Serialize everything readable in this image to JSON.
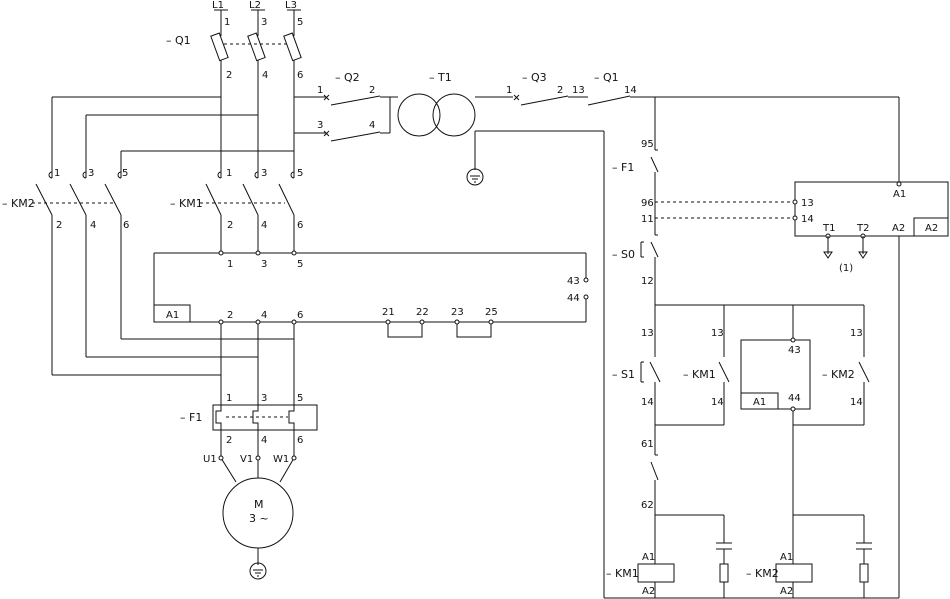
{
  "supply": {
    "l1": "L1",
    "l2": "L2",
    "l3": "L3",
    "t1": "1",
    "t3": "3",
    "t5": "5"
  },
  "q1": {
    "tag": "– Q1",
    "t2": "2",
    "t4": "4",
    "t6": "6"
  },
  "q2": {
    "tag": "– Q2",
    "a1": "1",
    "a2": "2",
    "a3": "3",
    "a4": "4"
  },
  "t1": {
    "tag": "– T1"
  },
  "q3": {
    "tag": "– Q3",
    "a1": "1",
    "a2": "2"
  },
  "q1aux": {
    "tag": "– Q1",
    "a13": "13",
    "a14": "14"
  },
  "km2": {
    "tag": "– KM2",
    "t1": "1",
    "t3": "3",
    "t5": "5",
    "t2": "2",
    "t4": "4",
    "t6": "6"
  },
  "km1": {
    "tag": "– KM1",
    "t1": "1",
    "t3": "3",
    "t5": "5",
    "t2": "2",
    "t4": "4",
    "t6": "6"
  },
  "block": {
    "t1": "1",
    "t3": "3",
    "t5": "5",
    "t43": "43",
    "t44": "44",
    "a1": "A1",
    "t2": "2",
    "t4": "4",
    "t6": "6",
    "t21": "21",
    "t22": "22",
    "t23": "23",
    "t25": "25"
  },
  "f1": {
    "tag": "– F1",
    "t1": "1",
    "t3": "3",
    "t5": "5",
    "t2": "2",
    "t4": "4",
    "t6": "6"
  },
  "motor": {
    "u1": "U1",
    "v1": "V1",
    "w1": "W1",
    "m": "M",
    "phase": "3 ~"
  },
  "relay": {
    "a1": "A1",
    "t13": "13",
    "t14": "14",
    "tt1": "T1",
    "tt2": "T2",
    "a2": "A2",
    "a2box": "A2",
    "note": "(1)"
  },
  "ctrl": {
    "f1_tag": "– F1",
    "t95": "95",
    "t96": "96",
    "t11": "11",
    "s0_tag": "– S0",
    "t12": "12",
    "s1_tag": "– S1",
    "s1_13": "13",
    "s1_14": "14",
    "km1aux_tag": "– KM1",
    "km1aux_13": "13",
    "km1aux_14": "14",
    "blk_43": "43",
    "blk_a1": "A1",
    "blk_44": "44",
    "km2aux_tag": "– KM2",
    "km2aux_13": "13",
    "km2aux_14": "14",
    "t61": "61",
    "t62": "62",
    "km1c_tag": "– KM1",
    "km1c_a1": "A1",
    "km1c_a2": "A2",
    "km2c_tag": "– KM2",
    "km2c_a1": "A1",
    "km2c_a2": "A2"
  }
}
